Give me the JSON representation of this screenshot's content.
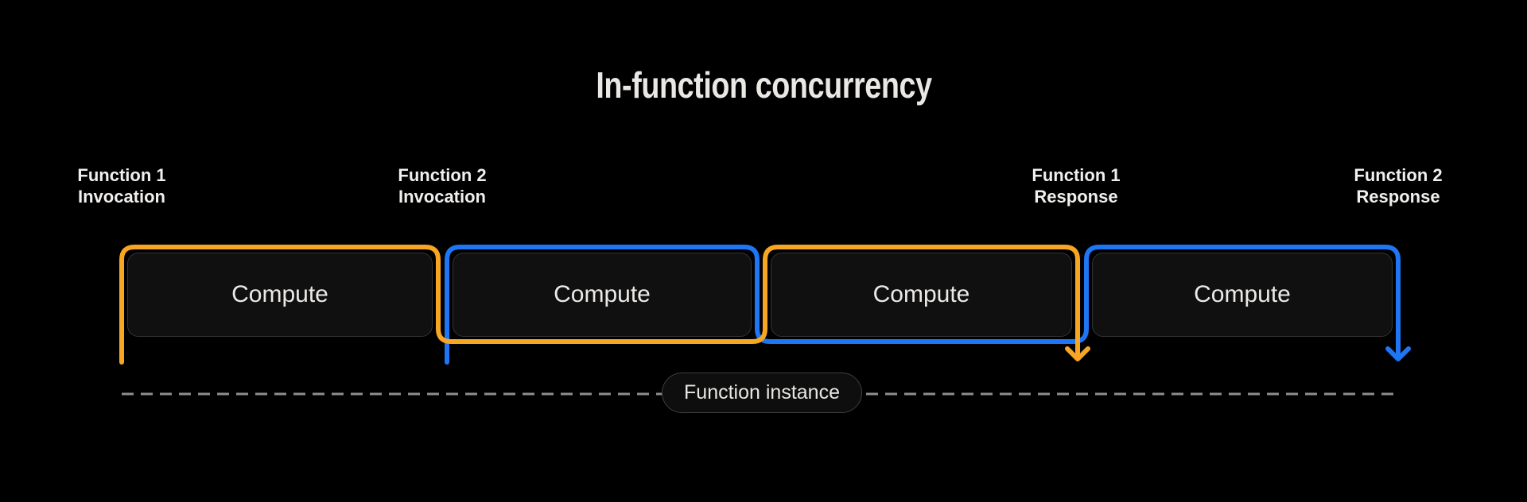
{
  "title": "In-function concurrency",
  "function_labels": [
    {
      "line1": "Function 1",
      "line2": "Invocation"
    },
    {
      "line1": "Function 2",
      "line2": "Invocation"
    },
    {
      "line1": "Function 1",
      "line2": "Response"
    },
    {
      "line1": "Function 2",
      "line2": "Response"
    }
  ],
  "compute_boxes": [
    {
      "label": "Compute"
    },
    {
      "label": "Compute"
    },
    {
      "label": "Compute"
    },
    {
      "label": "Compute"
    }
  ],
  "instance_pill": {
    "label": "Function instance"
  },
  "colors": {
    "background": "#000000",
    "function1_orange": "#F6A623",
    "function2_blue": "#1E76F5",
    "dashed_line_gray": "#8E8E8E",
    "text_primary": "#ECEAE8"
  }
}
